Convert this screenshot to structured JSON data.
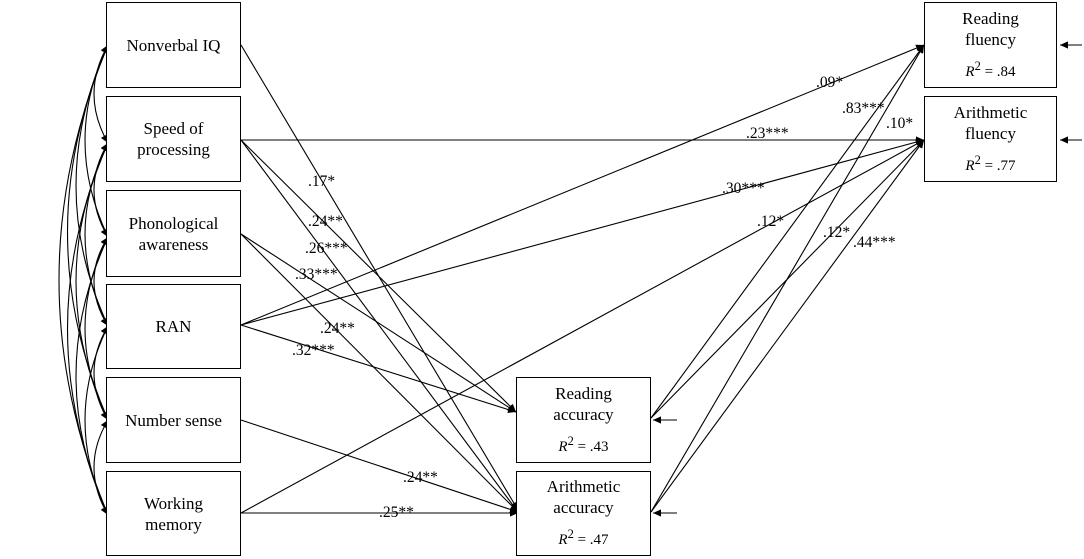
{
  "predictors": [
    {
      "label": "Nonverbal IQ"
    },
    {
      "label": "Speed of processing"
    },
    {
      "label": "Phonological awareness"
    },
    {
      "label": "RAN"
    },
    {
      "label": "Number sense"
    },
    {
      "label": "Working memory"
    }
  ],
  "outcomes": {
    "reading_fluency": {
      "line1": "Reading",
      "line2": "fluency",
      "r2_symbol": "R",
      "r2_sup": "2",
      "r2_value": " = .84"
    },
    "arithmetic_fluency": {
      "line1": "Arithmetic",
      "line2": "fluency",
      "r2_symbol": "R",
      "r2_sup": "2",
      "r2_value": " = .77"
    },
    "reading_accuracy": {
      "line1": "Reading",
      "line2": "accuracy",
      "r2_symbol": "R",
      "r2_sup": "2",
      "r2_value": " = .43"
    },
    "arithmetic_accuracy": {
      "line1": "Arithmetic",
      "line2": "accuracy",
      "r2_symbol": "R",
      "r2_sup": "2",
      "r2_value": " = .47"
    }
  },
  "coefficients": [
    ".09*",
    ".83***",
    ".10*",
    ".23***",
    ".17*",
    ".30***",
    ".24**",
    ".12*",
    ".26***",
    ".12*",
    ".44***",
    ".33***",
    ".24**",
    ".32***",
    ".24**",
    ".25**"
  ]
}
